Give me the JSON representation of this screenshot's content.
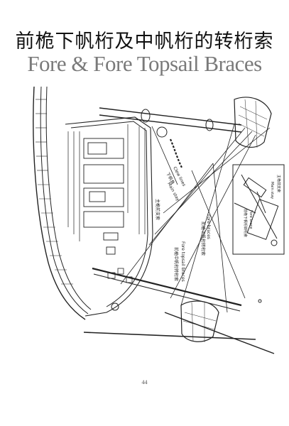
{
  "title_cn": "前桅下帆桁及中帆桁的转桁索",
  "title_en": "Fore & Fore Topsail Braces",
  "labels": {
    "clew_lines": "Clew lines",
    "clew_lines_cn": "下帆角",
    "main_stay": "Main stay",
    "main_stay_cn": "主桅前支索",
    "fore_braces": "Fore braces",
    "fore_braces_cn": "前桅下帆桁转桁索",
    "fore_topsail_braces": "Fore topsail braces",
    "fore_topsail_braces_cn": "前桅中帆桁转桁索",
    "main_stay_inset": "Main stay",
    "main_stay_inset_cn": "主桅前支索",
    "fore_brace_inset": "Fore brace",
    "fore_brace_inset_cn": "前桅下帆桁转桁索"
  },
  "page_number": "44"
}
